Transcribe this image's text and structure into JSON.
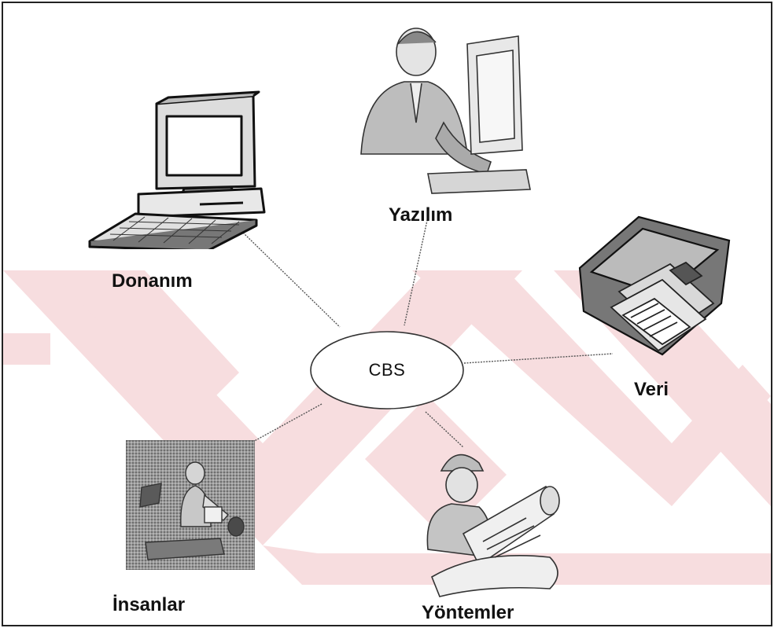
{
  "center": {
    "label": "CBS"
  },
  "nodes": [
    {
      "id": "donanim",
      "label": "Donanım",
      "icon": "computer-icon"
    },
    {
      "id": "yazilim",
      "label": "Yazılım",
      "icon": "person-at-computer-icon"
    },
    {
      "id": "veri",
      "label": "Veri",
      "icon": "floppy-disks-icon"
    },
    {
      "id": "yontemler",
      "label": "Yöntemler",
      "icon": "engineer-with-plans-icon"
    },
    {
      "id": "insanlar",
      "label": "İnsanlar",
      "icon": "people-photo-icon"
    }
  ],
  "colors": {
    "watermark": "#f6d8da",
    "line": "#555555",
    "ink": "#111111"
  }
}
